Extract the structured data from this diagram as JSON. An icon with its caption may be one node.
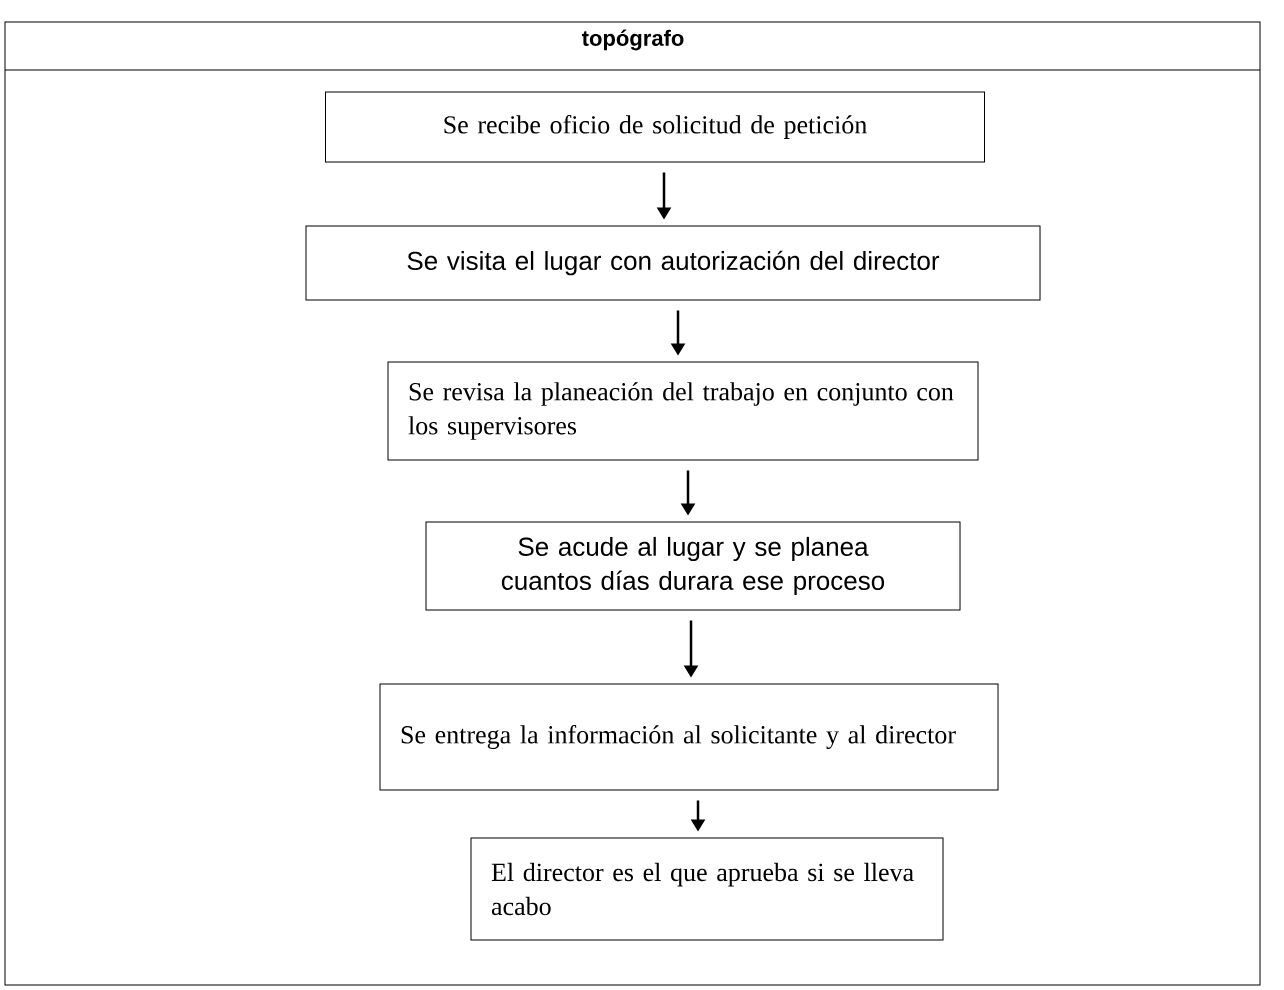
{
  "diagram": {
    "nodes": [
      {
        "text": [
          "topógrafo"
        ]
      },
      {
        "text": [
          "Se recibe oficio de solicitud de petición"
        ],
        "in": 0
      },
      {
        "text": [
          "Se visita el lugar con autorización del director"
        ],
        "in": 0
      },
      {
        "text": [
          "Se revisa  la planeación del trabajo en conjunto con los supervisores"
        ],
        "in": 0
      },
      {
        "text": [
          "Se acude al lugar  y se planea cuantos días durara ese proceso"
        ],
        "in": 0
      },
      {
        "text": [
          "Se entrega la información al solicitante y al director"
        ],
        "in": 0
      },
      {
        "text": [
          "El director es el que aprueba si se lleva acabo"
        ],
        "in": 0
      }
    ],
    "edges": [
      {
        "from": 1,
        "to": 2,
        "arrow": "to"
      },
      {
        "from": 2,
        "to": 3,
        "arrow": "to"
      },
      {
        "from": 3,
        "to": 4,
        "arrow": "to"
      },
      {
        "from": 4,
        "to": 5,
        "arrow": "to"
      },
      {
        "from": 5,
        "to": 6,
        "arrow": "to"
      }
    ]
  }
}
